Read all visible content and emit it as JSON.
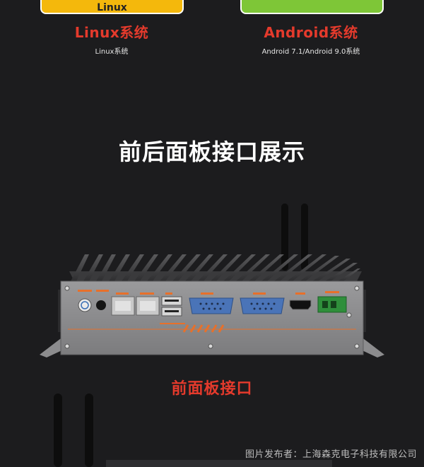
{
  "os_cards": {
    "linux": {
      "cut_label": "Linux",
      "title": "Linux系统",
      "subtitle": "Linux系统"
    },
    "android": {
      "title": "Android系统",
      "subtitle": "Android 7.1/Android 9.0系统"
    }
  },
  "section_title": "前后面板接口展示",
  "front_panel_caption": "前面板接口",
  "watermark": "图片发布者：上海森克电子科技有限公司",
  "colors": {
    "background": "#1c1c1e",
    "accent_red": "#e43a2c",
    "linux_yellow": "#f4b80c",
    "android_green": "#7ec637",
    "chassis_gray": "#8a8a8c",
    "stripe_orange": "#e8702a"
  },
  "icons": [
    "antenna-icon",
    "power-button-icon",
    "rj45-port-icon",
    "usb-port-icon",
    "db9-serial-port-icon",
    "hdmi-port-icon",
    "phoenix-terminal-icon"
  ]
}
